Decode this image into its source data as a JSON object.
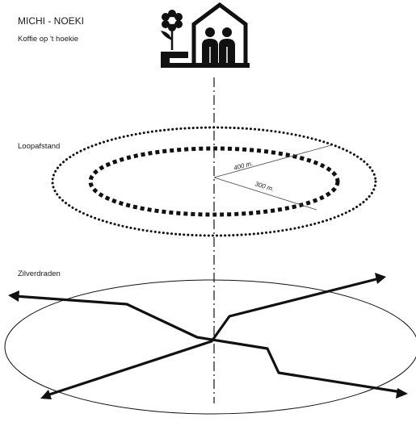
{
  "header": {
    "title": "MICHI - NOEKI",
    "subtitle": "Koffie op 't hoekie"
  },
  "sections": {
    "walking": {
      "label": "Loopafstand",
      "outer_radius_label": "400 m.",
      "inner_radius_label": "300 m."
    },
    "lines": {
      "label": "Zilverdraden"
    }
  },
  "icons": {
    "flower": "flower-icon",
    "house": "house-with-people-icon"
  },
  "colors": {
    "ink": "#111111",
    "background": "#ffffff"
  }
}
